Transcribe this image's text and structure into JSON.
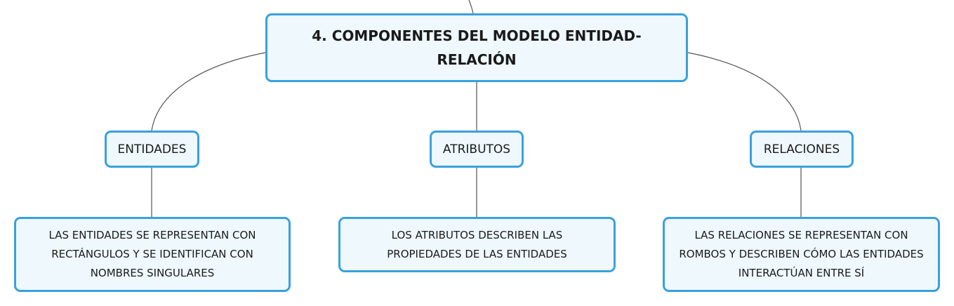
{
  "diagram": {
    "root": {
      "label": "4. COMPONENTES DEL MODELO ENTIDAD-RELACIÓN"
    },
    "branches": [
      {
        "label": "ENTIDADES",
        "description": "LAS ENTIDADES SE REPRESENTAN CON RECTÁNGULOS Y SE IDENTIFICAN CON NOMBRES SINGULARES"
      },
      {
        "label": "ATRIBUTOS",
        "description": "LOS ATRIBUTOS DESCRIBEN LAS PROPIEDADES DE LAS ENTIDADES"
      },
      {
        "label": "RELACIONES",
        "description": "LAS RELACIONES SE REPRESENTAN CON ROMBOS Y DESCRIBEN CÓMO LAS ENTIDADES INTERACTÚAN ENTRE SÍ"
      }
    ],
    "colors": {
      "node_border": "#3aa0de",
      "node_fill": "#eef8fd",
      "connector": "#555555"
    }
  }
}
